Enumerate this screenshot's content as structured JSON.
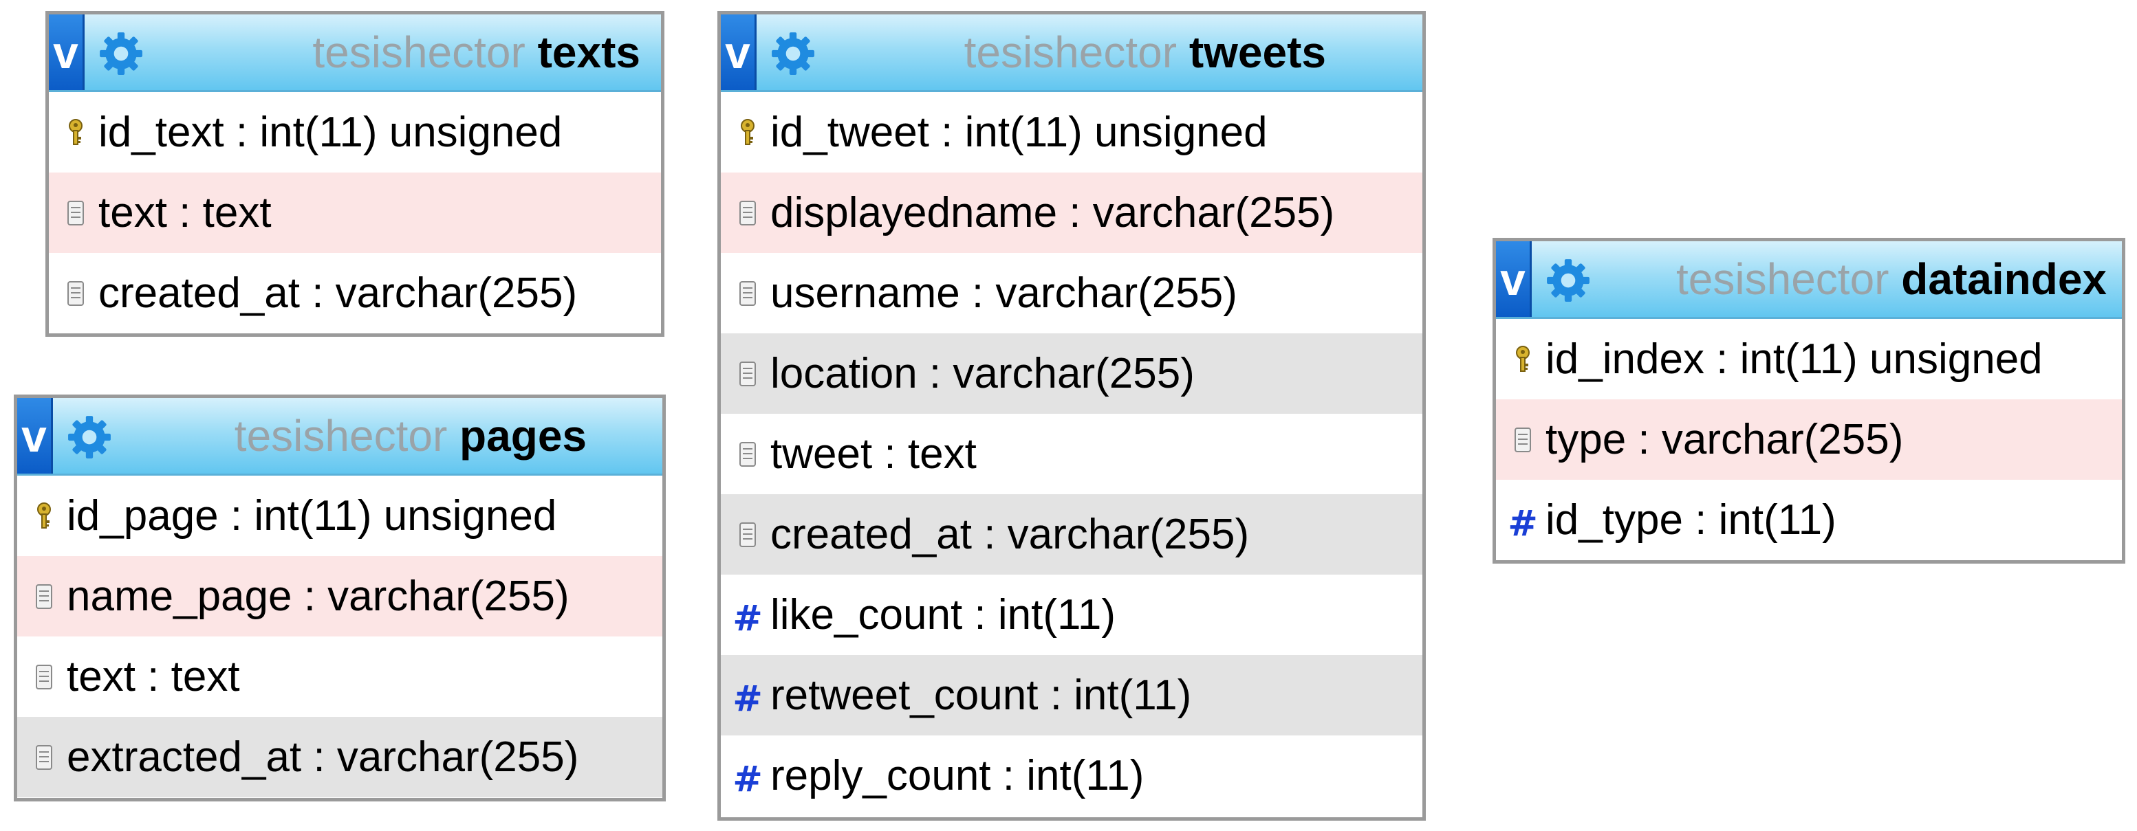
{
  "tables": {
    "texts": {
      "db": "tesishector",
      "name": "texts",
      "toggle": "v",
      "columns": [
        {
          "label": "id_text : int(11) unsigned",
          "icon": "key-icon"
        },
        {
          "label": "text : text",
          "icon": "column-icon"
        },
        {
          "label": "created_at : varchar(255)",
          "icon": "column-icon"
        }
      ]
    },
    "pages": {
      "db": "tesishector",
      "name": "pages",
      "toggle": "v",
      "columns": [
        {
          "label": "id_page : int(11) unsigned",
          "icon": "key-icon"
        },
        {
          "label": "name_page : varchar(255)",
          "icon": "column-icon"
        },
        {
          "label": "text : text",
          "icon": "column-icon"
        },
        {
          "label": "extracted_at : varchar(255)",
          "icon": "column-icon"
        }
      ]
    },
    "tweets": {
      "db": "tesishector",
      "name": "tweets",
      "toggle": "v",
      "columns": [
        {
          "label": "id_tweet : int(11) unsigned",
          "icon": "key-icon"
        },
        {
          "label": "displayedname : varchar(255)",
          "icon": "column-icon"
        },
        {
          "label": "username : varchar(255)",
          "icon": "column-icon"
        },
        {
          "label": "location : varchar(255)",
          "icon": "column-icon"
        },
        {
          "label": "tweet : text",
          "icon": "column-icon"
        },
        {
          "label": "created_at : varchar(255)",
          "icon": "column-icon"
        },
        {
          "label": "like_count : int(11)",
          "icon": "hash-icon"
        },
        {
          "label": "retweet_count : int(11)",
          "icon": "hash-icon"
        },
        {
          "label": "reply_count : int(11)",
          "icon": "hash-icon"
        }
      ]
    },
    "dataindex": {
      "db": "tesishector",
      "name": "dataindex",
      "toggle": "v",
      "columns": [
        {
          "label": "id_index : int(11) unsigned",
          "icon": "key-icon"
        },
        {
          "label": "type : varchar(255)",
          "icon": "column-icon"
        },
        {
          "label": "id_type : int(11)",
          "icon": "hash-icon"
        }
      ]
    }
  },
  "colors": {
    "header_top": "#d6f1fc",
    "header_bottom": "#62c6f0",
    "toggle_blue": "#0b5cc7",
    "row_pink": "#fce5e5",
    "row_grey": "#e3e3e3",
    "hash_blue": "#1a3fd6",
    "key_gold": "#c9a227"
  }
}
